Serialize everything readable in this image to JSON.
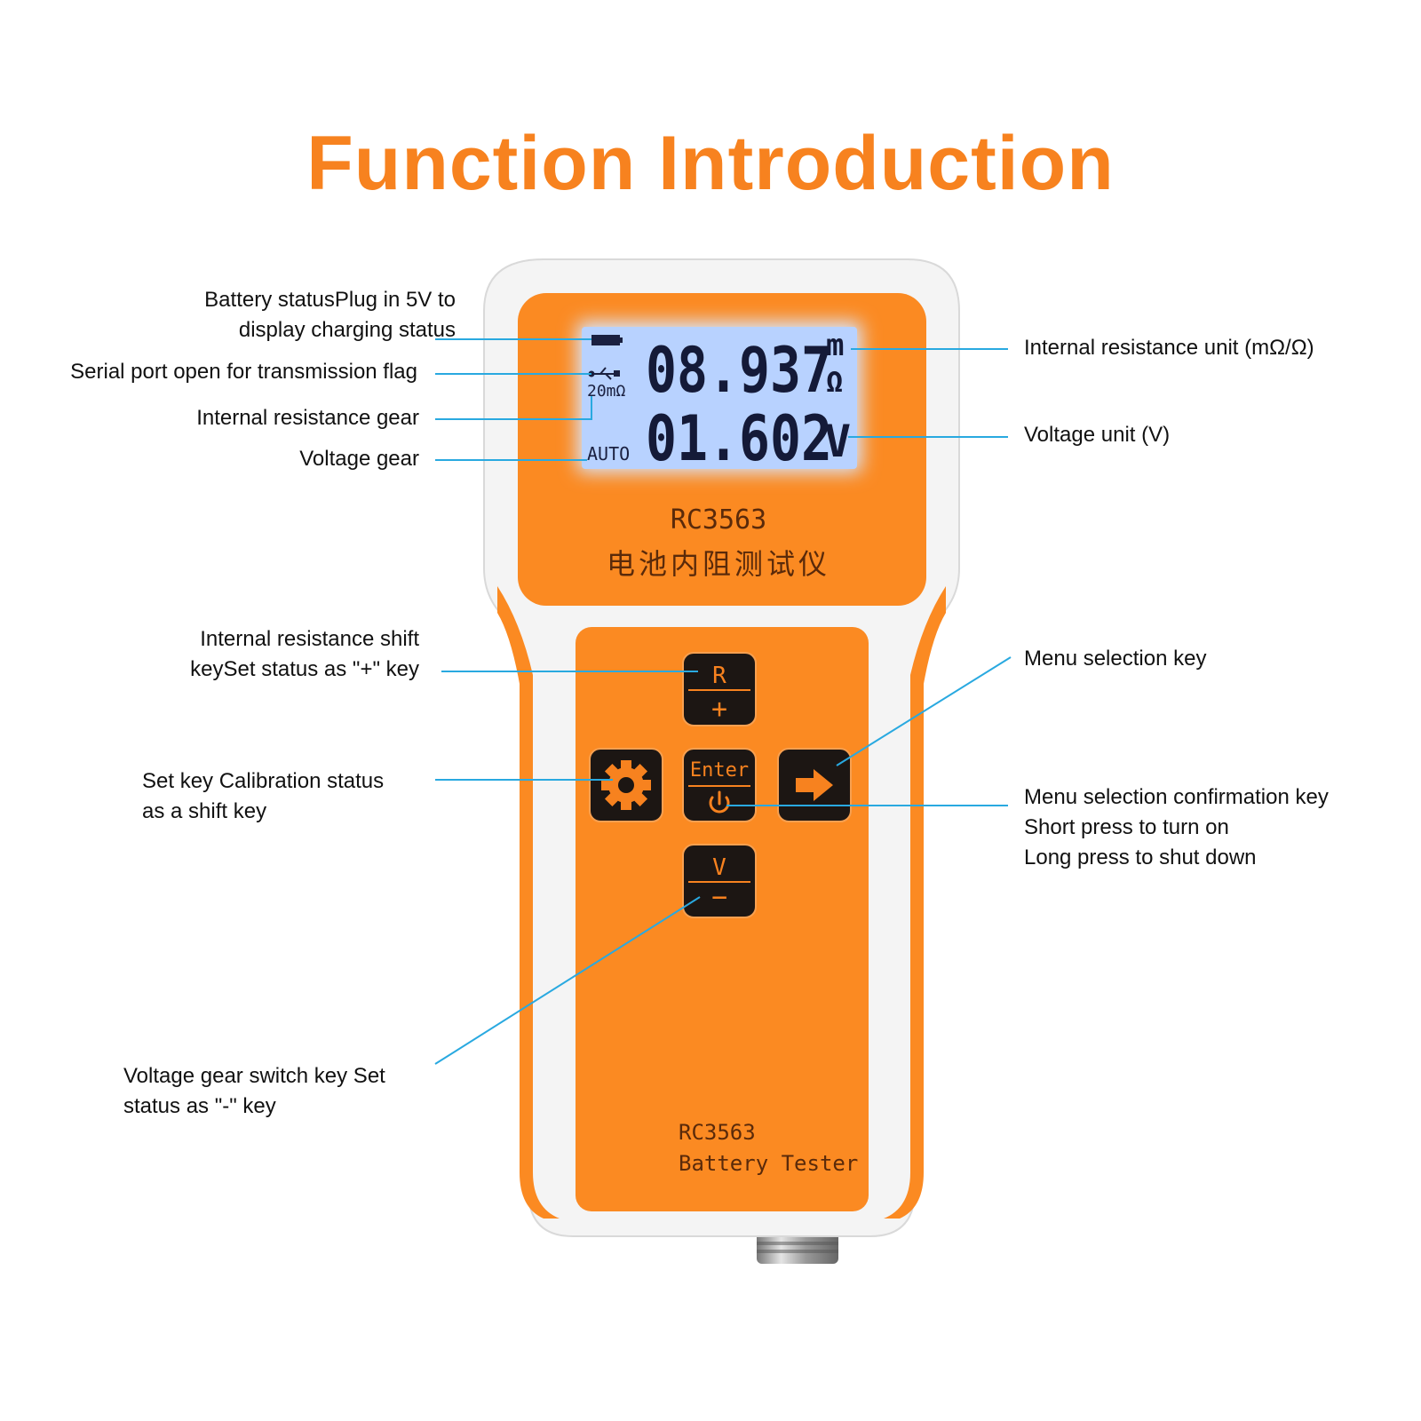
{
  "title": "Function Introduction",
  "device": {
    "display": {
      "resistance_value": "08.937",
      "voltage_value": "01.602",
      "unit_milli": "m",
      "unit_ohm": "Ω",
      "unit_volt": "V",
      "range_label": "20mΩ",
      "auto_label": "AUTO"
    },
    "model": "RC3563",
    "chinese_name": "电池内阻测试仪",
    "bottom_model": "RC3563",
    "bottom_name": "Battery Tester",
    "keys": {
      "r_top": "R",
      "r_bottom": "+",
      "enter_label": "Enter",
      "v_top": "V",
      "v_bottom": "−"
    }
  },
  "callouts": {
    "battery_status": [
      "Battery statusPlug in 5V to",
      "display charging status"
    ],
    "serial_port": [
      "Serial port open for transmission flag"
    ],
    "resistance_gear": [
      "Internal resistance gear"
    ],
    "voltage_gear": [
      "Voltage gear"
    ],
    "resistance_shift_key": [
      "Internal resistance shift",
      "keySet status as \"+\" key"
    ],
    "set_key": [
      "Set key Calibration status",
      "as a shift key"
    ],
    "voltage_switch_key": [
      "Voltage gear switch key Set",
      "status as \"-\" key"
    ],
    "resistance_unit": [
      "Internal resistance unit (mΩ/Ω)"
    ],
    "voltage_unit": [
      "Voltage unit (V)"
    ],
    "menu_selection_key": [
      "Menu selection key"
    ],
    "menu_confirm_key": [
      "Menu selection confirmation key",
      "Short press to turn on",
      "Long press to shut down"
    ]
  },
  "colors": {
    "title": "#f7821f",
    "body_orange": "#fb8a22",
    "leader_line": "#29a9e0",
    "lcd": "#b8d2ff",
    "key_dark": "#1c1613"
  }
}
